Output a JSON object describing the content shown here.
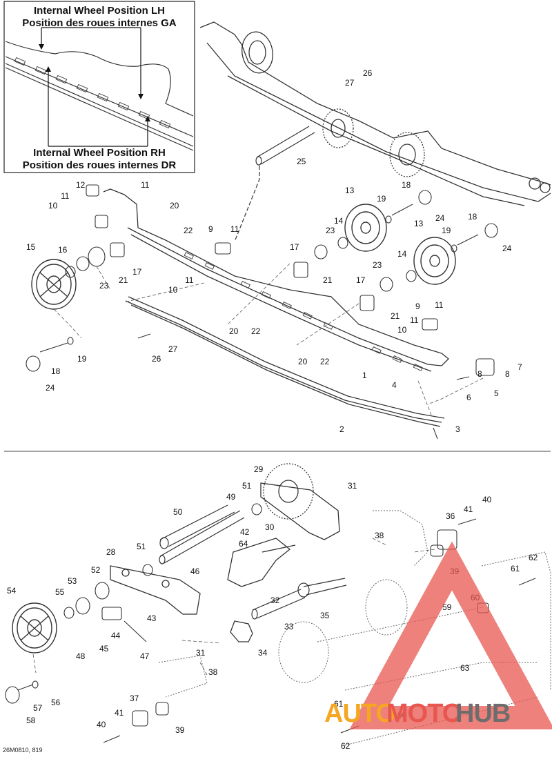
{
  "inset": {
    "lh_line1": "Internal Wheel Position LH",
    "lh_line2": "Position des roues internes GA",
    "rh_line1": "Internal Wheel Position RH",
    "rh_line2": "Position des roues internes DR"
  },
  "drawing_code": "26M0810, 819",
  "watermark": {
    "part1": "AUTO",
    "part2": "MOTO",
    "part3": "HUB",
    "color_orange": "#f5a623",
    "color_red": "#e8574f",
    "color_dark": "#6d6d6d"
  },
  "callouts_top": [
    "1",
    "2",
    "3",
    "4",
    "5",
    "6",
    "7",
    "8",
    "8",
    "9",
    "9",
    "10",
    "10",
    "10",
    "11",
    "11",
    "11",
    "11",
    "11",
    "11",
    "12",
    "13",
    "13",
    "14",
    "14",
    "15",
    "16",
    "17",
    "17",
    "17",
    "18",
    "18",
    "18",
    "19",
    "19",
    "19",
    "20",
    "20",
    "20",
    "21",
    "21",
    "21",
    "22",
    "22",
    "22",
    "23",
    "23",
    "23",
    "24",
    "24",
    "24",
    "25",
    "26",
    "26",
    "27",
    "27"
  ],
  "callouts_bottom": [
    "28",
    "29",
    "30",
    "31",
    "31",
    "32",
    "33",
    "34",
    "35",
    "36",
    "37",
    "38",
    "38",
    "39",
    "39",
    "40",
    "40",
    "41",
    "41",
    "42",
    "43",
    "44",
    "45",
    "46",
    "47",
    "48",
    "49",
    "50",
    "51",
    "51",
    "52",
    "53",
    "54",
    "55",
    "56",
    "57",
    "58",
    "59",
    "60",
    "60",
    "61",
    "61",
    "62",
    "62",
    "63",
    "64"
  ]
}
